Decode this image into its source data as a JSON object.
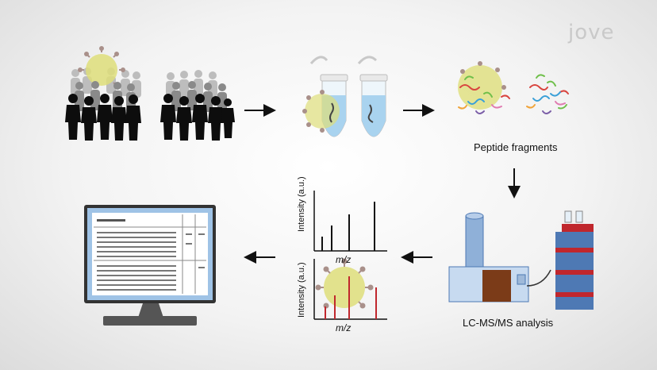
{
  "brand": {
    "logo_text": "jove"
  },
  "labels": {
    "peptide_fragments": "Peptide fragments",
    "lcms_analysis": "LC-MS/MS analysis"
  },
  "spectra": {
    "xlabel": "m/z",
    "ylabel": "Intensity (a.u.)"
  },
  "colors": {
    "virus_body": "#dede7a",
    "virus_spike": "#a9908a",
    "tube_liquid": "#a9d3ef",
    "peak_red": "#c0272d",
    "instrument_blue": "#4e79b4",
    "instrument_red": "#c0272d",
    "monitor_screen": "#9fc3e6"
  }
}
